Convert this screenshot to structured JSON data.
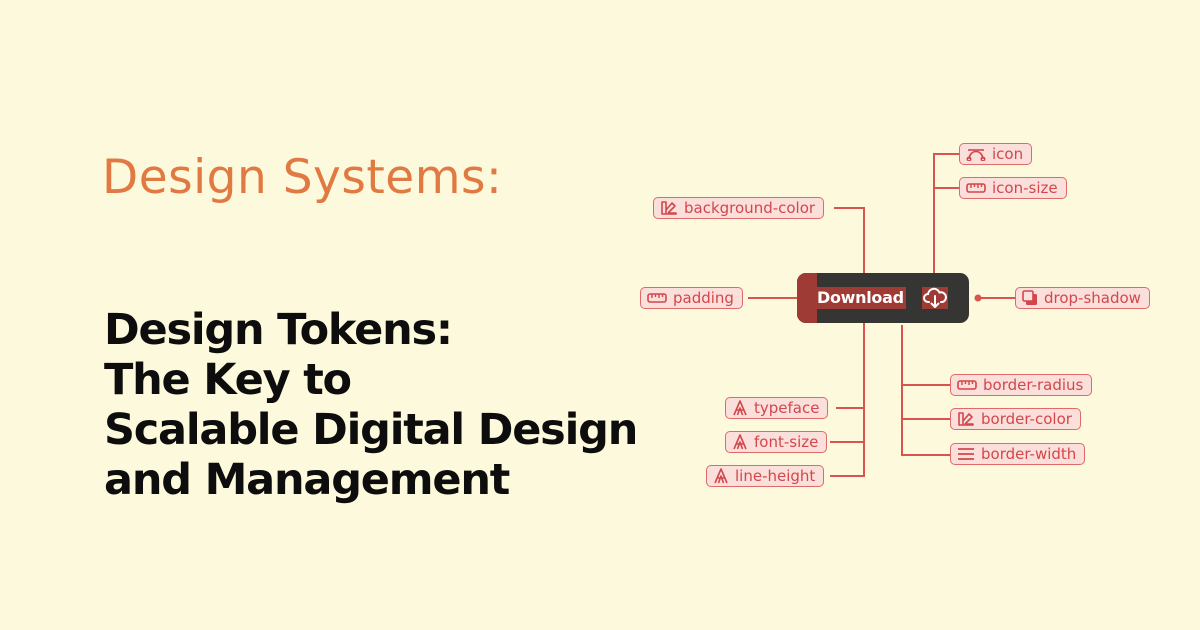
{
  "hero": {
    "eyebrow": "Design Systems:",
    "headline_lines": [
      "Design Tokens:",
      "The Key to",
      "Scalable Digital Design",
      "and Management"
    ]
  },
  "diagram": {
    "component": {
      "button_label": "Download",
      "button_icon": "cloud-download-icon"
    },
    "tokens": [
      {
        "label": "icon",
        "icon": "bezier-curve-icon"
      },
      {
        "label": "icon-size",
        "icon": "ruler-icon"
      },
      {
        "label": "background-color",
        "icon": "color-palette-icon"
      },
      {
        "label": "padding",
        "icon": "ruler-icon"
      },
      {
        "label": "drop-shadow",
        "icon": "shadow-square-icon"
      },
      {
        "label": "border-radius",
        "icon": "ruler-icon"
      },
      {
        "label": "border-color",
        "icon": "color-palette-icon"
      },
      {
        "label": "border-width",
        "icon": "lines-icon"
      },
      {
        "label": "typeface",
        "icon": "letter-a-icon"
      },
      {
        "label": "font-size",
        "icon": "letter-a-icon"
      },
      {
        "label": "line-height",
        "icon": "letter-a-icon"
      }
    ]
  },
  "colors": {
    "background": "#fdf9dc",
    "eyebrow": "#e07a42",
    "headline": "#0d0d0d",
    "connector": "#d9534f",
    "tag_fill": "#fbdfdb",
    "tag_border": "#e0696a",
    "tag_text": "#d2474b",
    "button_bg": "#353533",
    "button_accent": "#9e3b34"
  }
}
